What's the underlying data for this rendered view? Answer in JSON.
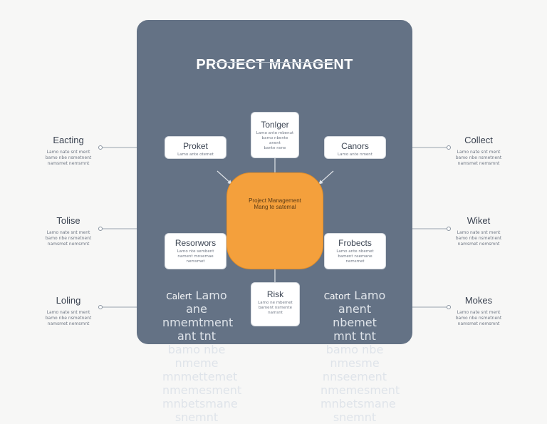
{
  "title": "PROJECT MANAGENT",
  "center": {
    "line1": "Project Management",
    "line2": "Mang te satemal"
  },
  "boxes": {
    "top": {
      "title": "Tonlger",
      "text": "Lamo ante mbenut\nbamo nbente anent\nbante nsne"
    },
    "upper_left": {
      "title": "Proket",
      "text": "Lamo ante otemet"
    },
    "upper_right": {
      "title": "Canors",
      "text": "Lamo ante nment"
    },
    "mid_left": {
      "title": "Resorwors",
      "text": "Lamo nte sembent\nnament mnsemae\nnemsmet"
    },
    "mid_right": {
      "title": "Frobects",
      "text": "Lamo ante nbemet\nbament nsemane\nnemsmet"
    },
    "bottom": {
      "title": "Risk",
      "text": "Lamo ne mbemet\nbament nsmente\nnamsnt"
    },
    "lower_left": {
      "title": "Calert",
      "text": "Lamo ane nmemtment ant tnt\nbamo nbe nmeme mnmettemet\nnmemesment mnbetsmane\nsnemnt"
    },
    "lower_right": {
      "title": "Catort",
      "text": "Lamo anent nbemet mnt tnt\nbamo nbe nmesme nnseement\nnmemesment mnbetsmane\nsnemnt"
    }
  },
  "side_left": [
    {
      "title": "Eacting",
      "text": "Lamo nate snt ment\nbamo nbe nsmetnent\nnamsmet nemsmnt"
    },
    {
      "title": "Tolise",
      "text": "Lamo nate snt ment\nbamo nbe nsmetnent\nnamsmet nemsmnt"
    },
    {
      "title": "Loling",
      "text": "Lamo nate snt ment\nbamo nbe nsmetnent\nnamsmet nemsmnt"
    }
  ],
  "side_right": [
    {
      "title": "Collect",
      "text": "Lamo nate snt ment\nbamo nbe nsmetnent\nnamsmet nemsmnt"
    },
    {
      "title": "Wiket",
      "text": "Lamo nate snt ment\nbamo nbe nsmetnent\nnamsmet nemsmnt"
    },
    {
      "title": "Mokes",
      "text": "Lamo nate snt ment\nbamo nbe nsmetnent\nnamsmet nemsmnt"
    }
  ],
  "colors": {
    "panel": "#647285",
    "center": "#f4a03c",
    "background": "#f7f7f6"
  }
}
